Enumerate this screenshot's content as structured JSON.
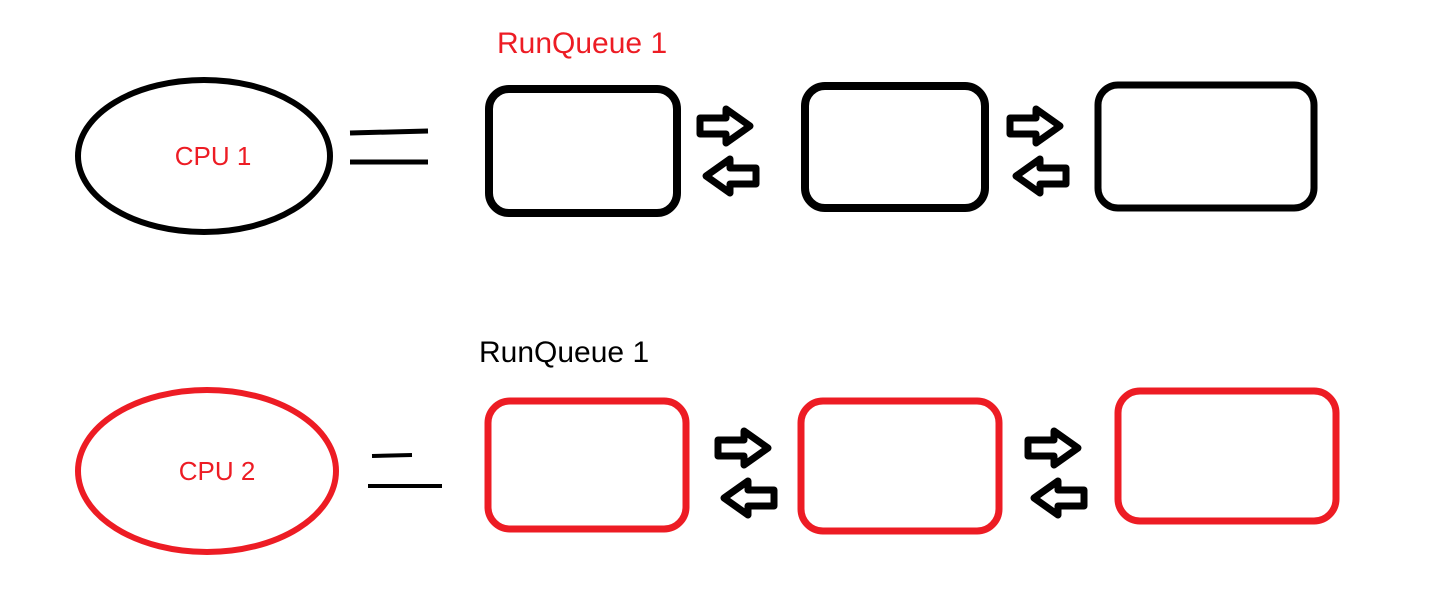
{
  "diagram": {
    "title": "CPU RunQueue Diagram",
    "background_color": "#ffffff",
    "colors": {
      "black": "#000000",
      "red": "#ED1C24"
    },
    "rows": [
      {
        "id": "row-1",
        "cpu": {
          "label": "CPU 1",
          "text_color": "#ED1C24",
          "outline_color": "#000000",
          "shape": "ellipse"
        },
        "connector": {
          "name": "equals-connector",
          "kind": "double-line"
        },
        "queue_label": {
          "text": "RunQueue 1",
          "color": "#ED1C24"
        },
        "boxes": [
          {
            "name": "queue-box-1",
            "label": "",
            "outline_color": "#000000"
          },
          {
            "name": "queue-box-2",
            "label": "",
            "outline_color": "#000000"
          },
          {
            "name": "queue-box-3",
            "label": "",
            "outline_color": "#000000"
          }
        ],
        "arrow_pairs": [
          {
            "name": "arrow-pair-1",
            "forward": "right-arrow",
            "backward": "left-arrow",
            "color": "#000000"
          },
          {
            "name": "arrow-pair-2",
            "forward": "right-arrow",
            "backward": "left-arrow",
            "color": "#000000"
          }
        ]
      },
      {
        "id": "row-2",
        "cpu": {
          "label": "CPU 2",
          "text_color": "#ED1C24",
          "outline_color": "#ED1C24",
          "shape": "ellipse"
        },
        "connector": {
          "name": "equals-connector",
          "kind": "double-line"
        },
        "queue_label": {
          "text": "RunQueue 1",
          "color": "#000000"
        },
        "boxes": [
          {
            "name": "queue-box-1",
            "label": "",
            "outline_color": "#ED1C24"
          },
          {
            "name": "queue-box-2",
            "label": "",
            "outline_color": "#ED1C24"
          },
          {
            "name": "queue-box-3",
            "label": "",
            "outline_color": "#ED1C24"
          }
        ],
        "arrow_pairs": [
          {
            "name": "arrow-pair-1",
            "forward": "right-arrow",
            "backward": "left-arrow",
            "color": "#000000"
          },
          {
            "name": "arrow-pair-2",
            "forward": "right-arrow",
            "backward": "left-arrow",
            "color": "#000000"
          }
        ]
      }
    ]
  }
}
